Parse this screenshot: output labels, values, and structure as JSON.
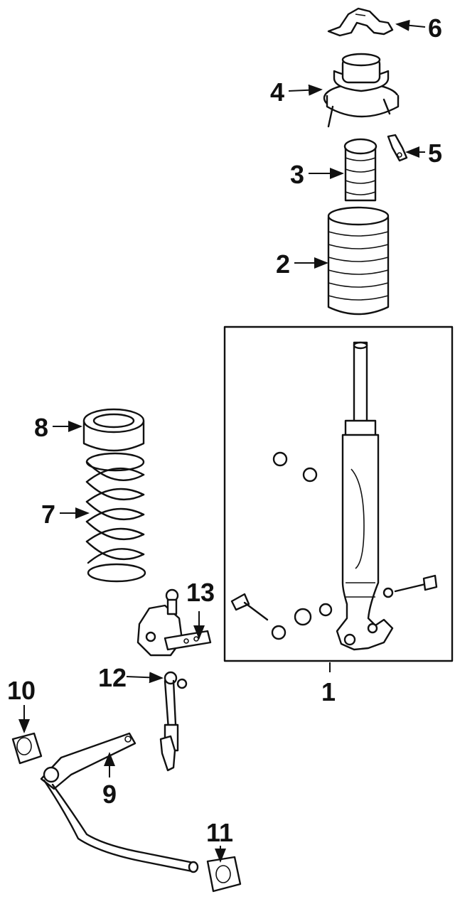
{
  "callouts": [
    {
      "id": "1",
      "label": "1",
      "part": "strut-assembly"
    },
    {
      "id": "2",
      "label": "2",
      "part": "dust-boot"
    },
    {
      "id": "3",
      "label": "3",
      "part": "bump-stop"
    },
    {
      "id": "4",
      "label": "4",
      "part": "upper-mount"
    },
    {
      "id": "5",
      "label": "5",
      "part": "mount-bracket"
    },
    {
      "id": "6",
      "label": "6",
      "part": "mount-retainer"
    },
    {
      "id": "7",
      "label": "7",
      "part": "coil-spring"
    },
    {
      "id": "8",
      "label": "8",
      "part": "spring-insulator"
    },
    {
      "id": "9",
      "label": "9",
      "part": "stabilizer-bar"
    },
    {
      "id": "10",
      "label": "10",
      "part": "stabilizer-bushing"
    },
    {
      "id": "11",
      "label": "11",
      "part": "bushing-clamp"
    },
    {
      "id": "12",
      "label": "12",
      "part": "stabilizer-link"
    },
    {
      "id": "13",
      "label": "13",
      "part": "level-sensor"
    }
  ],
  "colors": {
    "ink": "#111111",
    "paper": "#ffffff"
  }
}
